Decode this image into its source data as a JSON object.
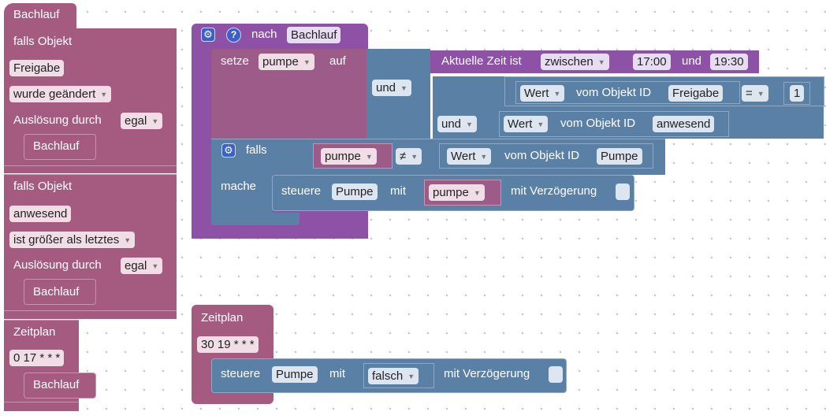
{
  "left_column": {
    "event_name": "Bachlauf",
    "trigger1": {
      "header": "falls Objekt",
      "object": "Freigabe",
      "condition": "wurde geändert",
      "trigger_label": "Auslösung durch",
      "trigger_value": "egal",
      "action": "Bachlauf"
    },
    "trigger2": {
      "header": "falls Objekt",
      "object": "anwesend",
      "condition": "ist größer als letztes",
      "trigger_label": "Auslösung durch",
      "trigger_value": "egal",
      "action": "Bachlauf"
    },
    "schedule": {
      "header": "Zeitplan",
      "cron": "0 17 * * *",
      "action": "Bachlauf"
    }
  },
  "main_block": {
    "on_label": "nach",
    "on_name": "Bachlauf",
    "set": {
      "label": "setze",
      "var": "pumpe",
      "to_label": "auf"
    },
    "and_outer": "und",
    "time": {
      "label": "Aktuelle Zeit ist",
      "mode": "zwischen",
      "from": "17:00",
      "and_label": "und",
      "to": "19:30"
    },
    "compare": {
      "prop": "Wert",
      "of_label": "vom Objekt ID",
      "object": "Freigabe",
      "op": "=",
      "value": "1"
    },
    "and_inner": "und",
    "anwesend": {
      "prop": "Wert",
      "of_label": "vom Objekt ID",
      "object": "anwesend"
    },
    "if_block": {
      "label": "falls",
      "var": "pumpe",
      "op": "≠",
      "prop": "Wert",
      "of_label": "vom Objekt ID",
      "object": "Pumpe",
      "do_label": "mache"
    },
    "control": {
      "label": "steuere",
      "object": "Pumpe",
      "with_label": "mit",
      "var": "pumpe",
      "delay_label": "mit Verzögerung"
    }
  },
  "schedule_block": {
    "header": "Zeitplan",
    "cron": "30 19 * * *",
    "control": {
      "label": "steuere",
      "object": "Pumpe",
      "with_label": "mit",
      "value": "falsch",
      "delay_label": "mit Verzögerung"
    }
  },
  "colors": {
    "event_block": "#a55b80",
    "variable_block": "#9d5b8a",
    "time_block": "#8d52a6",
    "logic_block": "#5b80a5"
  }
}
